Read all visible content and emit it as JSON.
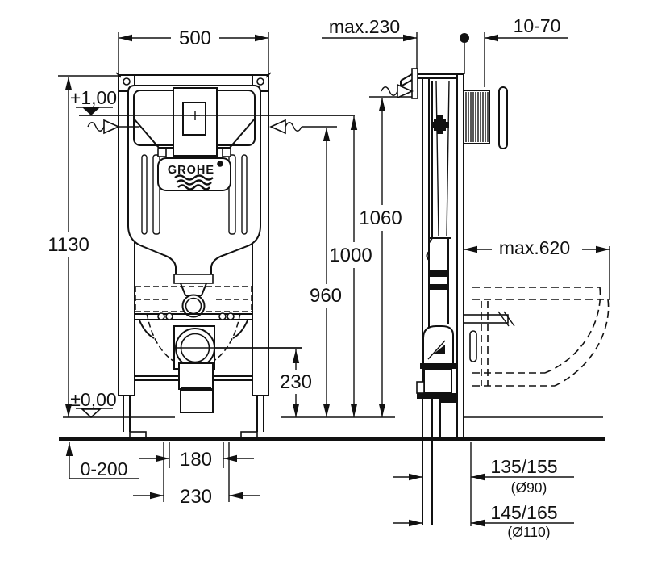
{
  "brand": {
    "logo": "GROHE"
  },
  "dims": {
    "frame_width": "500",
    "frame_height": "1130",
    "depth_max": "max.230",
    "plate_depth": "10-70",
    "level_plus": "+1,00",
    "level_zero": "±0,00",
    "h_bracket": "1060",
    "h_waterline": "1000",
    "h_plate": "960",
    "outlet_height": "230",
    "bowl_width_max": "max.620",
    "foot_adjust": "0-200",
    "spacing_180": "180",
    "spacing_230": "230",
    "offset_90": "135/155",
    "offset_90_dia": "(Ø90)",
    "offset_110": "145/165",
    "offset_110_dia": "(Ø110)"
  }
}
